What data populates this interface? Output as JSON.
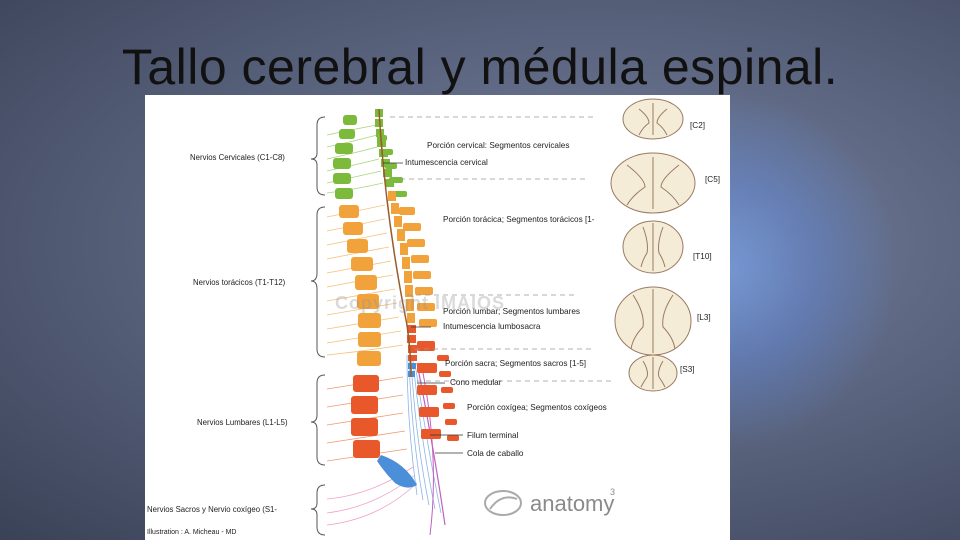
{
  "slide": {
    "title": "Tallo cerebral y médula espinal."
  },
  "diagram": {
    "nerve_groups": [
      "Nervios Cervicales (C1-C8)",
      "Nervios torácicos (T1-T12)",
      "Nervios Lumbares (L1-L5)",
      "Nervios Sacros y Nervio coxígeo (S1-"
    ],
    "portions": [
      "Porción cervical: Segmentos cervicales",
      "Intumescencia cervical",
      "Porción torácica; Segmentos torácicos [1-",
      "Porción lumbar; Segmentos lumbares",
      "Intumescencia lumbosacra",
      "Porción sacra; Segmentos sacros [1-5]",
      "Cono medular",
      "Porción coxígea; Segmentos coxígeos",
      "Filum terminal",
      "Cola de caballo"
    ],
    "cross_sections": [
      "[C2]",
      "[C5]",
      "[T10]",
      "[L3]",
      "[S3]"
    ],
    "watermark": "Copyright IMAIOS",
    "logo_text": "anatomy",
    "logo_superscript": "3",
    "credit": "Illustration : A. Micheau - MD"
  },
  "colors": {
    "cervical": "#7cba3c",
    "thoracic": "#f2a23a",
    "lumbar": "#e8582a",
    "sacral": "#4a8fd8",
    "cord": "#9a5b2a"
  }
}
